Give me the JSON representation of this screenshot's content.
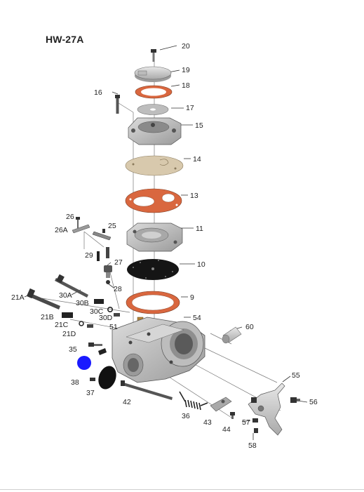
{
  "title": "HW-27A",
  "colors": {
    "gasket": "#d9673f",
    "diaphragm_tan": "#d8c9ad",
    "metal": "#c9c9c9",
    "dark": "#2a2a2a",
    "marker": "#1a1aff"
  },
  "parts": [
    "20",
    "19",
    "18",
    "17",
    "16",
    "15",
    "14",
    "13",
    "11",
    "26",
    "26A",
    "25",
    "29",
    "27",
    "10",
    "28",
    "30A",
    "30B",
    "21A",
    "30C",
    "30D",
    "9",
    "21B",
    "21C",
    "21D",
    "51",
    "54",
    "60",
    "35",
    "38",
    "37",
    "42",
    "55",
    "56",
    "36",
    "43",
    "44",
    "57",
    "58"
  ]
}
